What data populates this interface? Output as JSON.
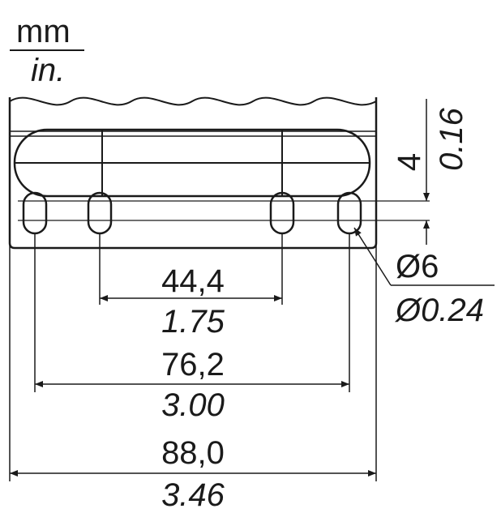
{
  "units": {
    "metric": "mm",
    "imperial": "in."
  },
  "dimensions": {
    "inner_spacing": {
      "mm": "44,4",
      "in": "1.75"
    },
    "mid_spacing": {
      "mm": "76,2",
      "in": "3.00"
    },
    "overall_width": {
      "mm": "88,0",
      "in": "3.46"
    },
    "slot_height": {
      "mm": "4",
      "in": "0.16"
    },
    "hole_diameter": {
      "mm": "Ø6",
      "in": "Ø0.24"
    }
  }
}
